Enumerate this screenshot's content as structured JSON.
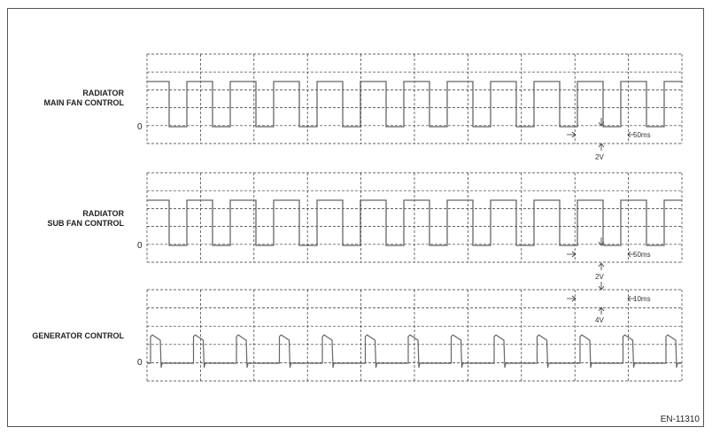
{
  "figure_id": "EN-11310",
  "channels": [
    {
      "label": "RADIATOR\nMAIN FAN CONTROL",
      "zero": "0",
      "time_div": "50ms",
      "volt_div": "2V",
      "waveform": "square"
    },
    {
      "label": "RADIATOR\nSUB FAN CONTROL",
      "zero": "0",
      "time_div": "50ms",
      "volt_div": "2V",
      "waveform": "square"
    },
    {
      "label": "GENERATOR CONTROL",
      "zero": "0",
      "time_div": "10ms",
      "volt_div": "4V",
      "waveform": "pulse"
    }
  ],
  "colors": {
    "grid": "#333333",
    "trace": "#666666",
    "text": "#222222"
  }
}
